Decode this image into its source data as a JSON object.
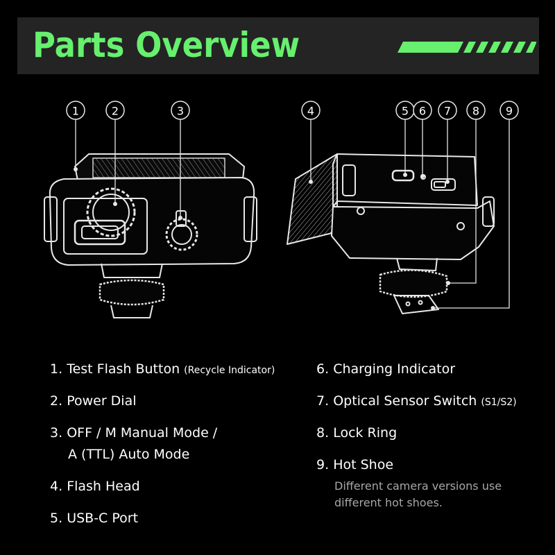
{
  "header": {
    "title": "Parts Overview",
    "accent_color": "#66f06e",
    "background_color": "#242424"
  },
  "callouts": {
    "front": [
      "1",
      "2",
      "3"
    ],
    "back": [
      "4",
      "5",
      "6",
      "7",
      "8",
      "9"
    ]
  },
  "items": [
    {
      "num": "1.",
      "label": "Test Flash Button",
      "sub": "(Recycle Indicator)"
    },
    {
      "num": "2.",
      "label": "Power Dial"
    },
    {
      "num": "3.",
      "label": "OFF / M Manual Mode /",
      "line2": "A (TTL) Auto Mode"
    },
    {
      "num": "4.",
      "label": "Flash Head"
    },
    {
      "num": "5.",
      "label": "USB-C Port"
    },
    {
      "num": "6.",
      "label": "Charging Indicator"
    },
    {
      "num": "7.",
      "label": "Optical Sensor Switch",
      "sub": "(S1/S2)"
    },
    {
      "num": "8.",
      "label": "Lock Ring"
    },
    {
      "num": "9.",
      "label": "Hot Shoe",
      "note": "Different camera versions use different hot shoes.",
      "note_line1": "Different camera versions use",
      "note_line2": "different hot shoes."
    }
  ]
}
